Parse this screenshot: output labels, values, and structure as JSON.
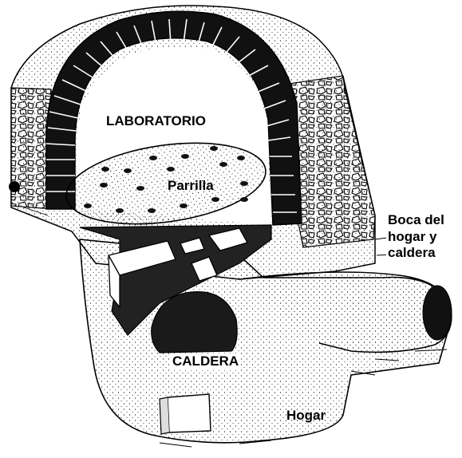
{
  "labels": {
    "laboratorio": "LABORATORIO",
    "parrilla": "Parrilla",
    "caldera": "CALDERA",
    "hogar": "Hogar",
    "boca_lines": [
      "Boca del",
      "hogar y",
      "caldera"
    ]
  },
  "colors": {
    "ink": "#000000",
    "paper": "#ffffff"
  }
}
